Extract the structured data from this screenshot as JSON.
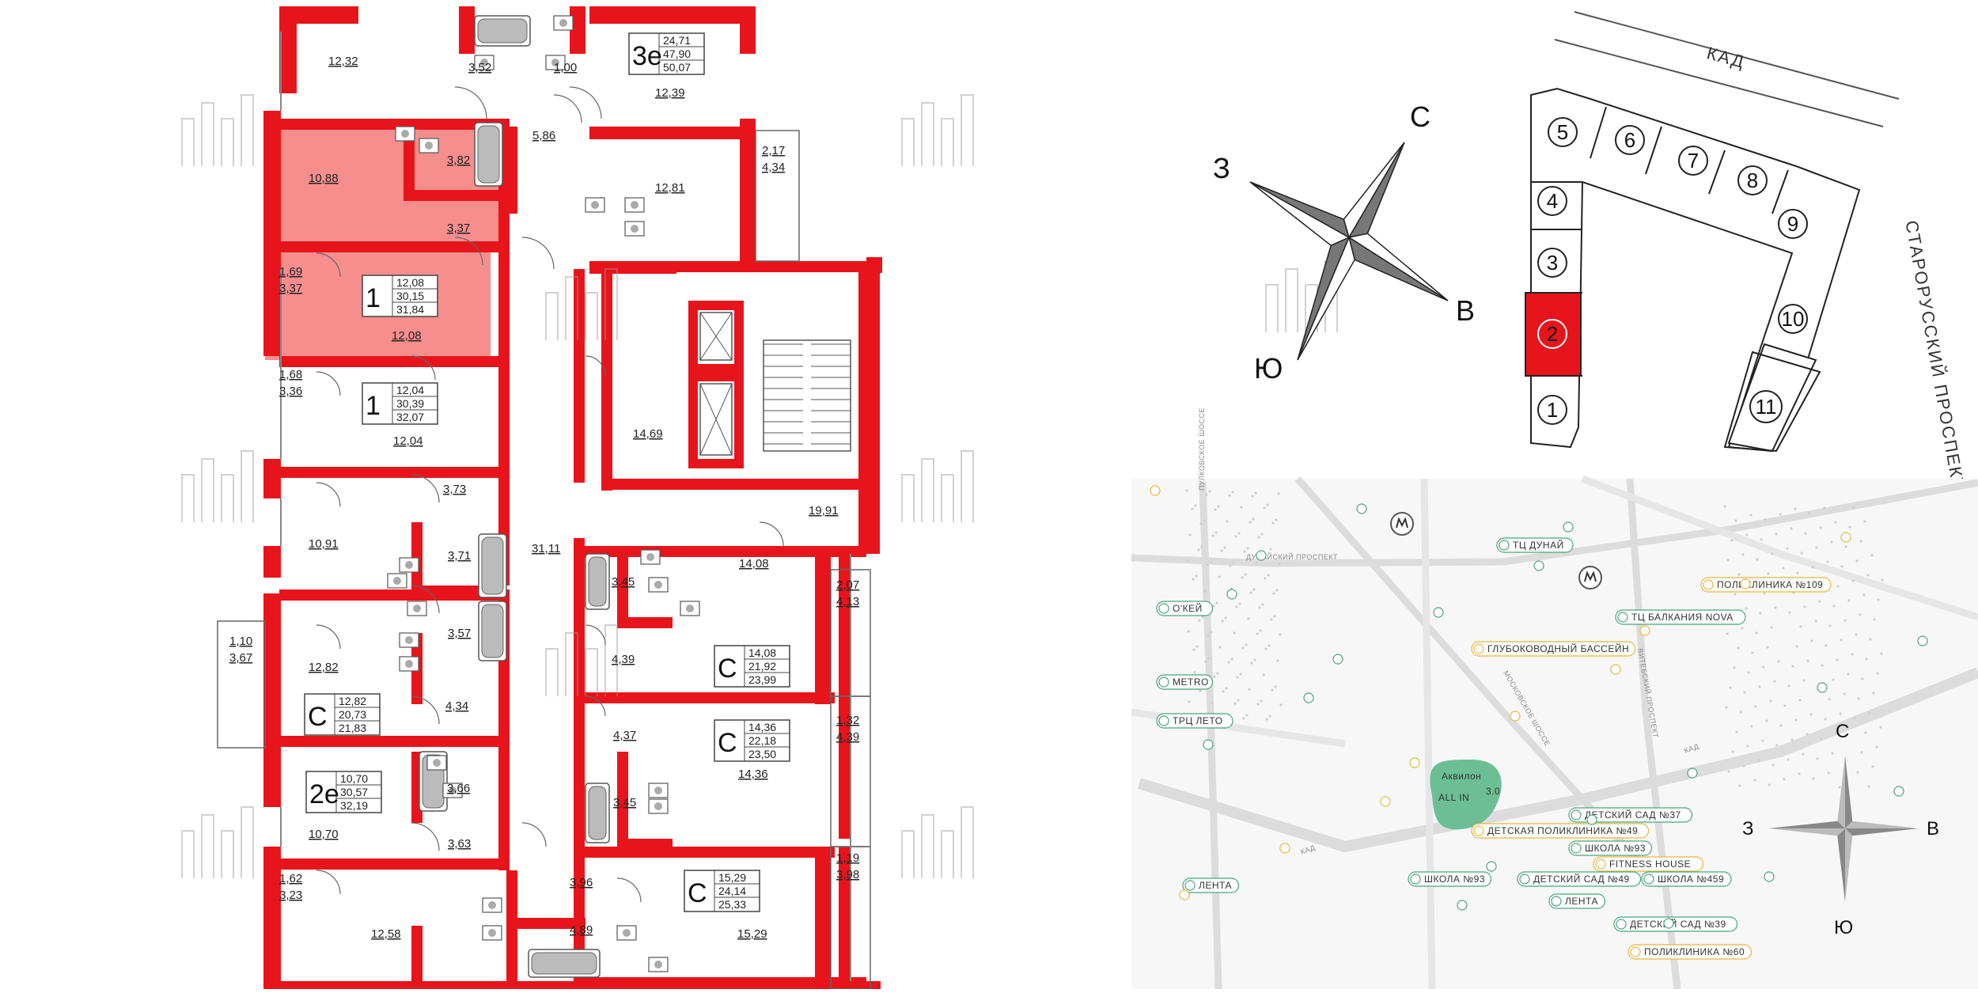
{
  "colors": {
    "wall": "#e8141b",
    "highlight": "#f47a7a",
    "building_selected": "#e8141b",
    "map_road": "#d9d9d9",
    "map_bg": "#f7f7f7",
    "badge": "#6cbf94",
    "poi_outline": "#4aa57a"
  },
  "apartments": [
    {
      "code": "3е",
      "areas": [
        "24,71",
        "47,90",
        "50,07"
      ]
    },
    {
      "code": "1",
      "areas": [
        "12,08",
        "30,15",
        "31,84"
      ],
      "selected": true
    },
    {
      "code": "1",
      "areas": [
        "12,04",
        "30,39",
        "32,07"
      ]
    },
    {
      "code": "С",
      "areas": [
        "14,08",
        "21,92",
        "23,99"
      ]
    },
    {
      "code": "С",
      "areas": [
        "12,82",
        "20,73",
        "21,83"
      ]
    },
    {
      "code": "С",
      "areas": [
        "14,36",
        "22,18",
        "23,50"
      ]
    },
    {
      "code": "2е",
      "areas": [
        "10,70",
        "30,57",
        "32,19"
      ]
    },
    {
      "code": "С",
      "areas": [
        "15,29",
        "24,14",
        "25,33"
      ]
    }
  ],
  "room_labels": [
    "12,32",
    "3,52",
    "1,00",
    "12,39",
    "10,88",
    "3,82",
    "5,86",
    "12,81",
    "3,37",
    "12,08",
    "14,69",
    "12,04",
    "3,73",
    "19,91",
    "10,91",
    "3,71",
    "31,11",
    "3,45",
    "14,08",
    "3,57",
    "4,39",
    "12,82",
    "4,34",
    "4,37",
    "14,36",
    "3,66",
    "3,45",
    "10,70",
    "3,63",
    "3,96",
    "12,58",
    "4,89",
    "15,29"
  ],
  "balcony_labels": [
    [
      "2,17",
      "4,34"
    ],
    [
      "1,69",
      "3,37"
    ],
    [
      "1,68",
      "3,36"
    ],
    [
      "2,07",
      "4,13"
    ],
    [
      "1,10",
      "3,67"
    ],
    [
      "1,32",
      "4,39"
    ],
    [
      "1,19",
      "3,98"
    ],
    [
      "1,62",
      "3,23"
    ]
  ],
  "compass_main": {
    "north": "С",
    "south": "Ю",
    "east": "В",
    "west": "З"
  },
  "compass_map": {
    "north": "С",
    "south": "Ю",
    "east": "В",
    "west": "З"
  },
  "site": {
    "road_top": "КАД",
    "road_right": "СТАРОРУССКИЙ ПРОСПЕКТ",
    "buildings": [
      "1",
      "2",
      "3",
      "4",
      "5",
      "6",
      "7",
      "8",
      "9",
      "10",
      "11"
    ],
    "selected_building": "2"
  },
  "map": {
    "badge_small": "Аквилон",
    "badge_main": "ALL IN",
    "badge_version": "3.0",
    "streets": [
      "ПУЛКОВСКОЕ ШОССЕ",
      "ДУНАЙСКИЙ ПРОСПЕКТ",
      "МОСКОВСКОЕ ШОССЕ",
      "ВИТЕБСКИЙ ПРОСПЕКТ",
      "КАД",
      "КАД"
    ],
    "pois": [
      "ТЦ ДУНАЙ",
      "ПОЛИКЛИНИКА №109",
      "О'КЕЙ",
      "ТЦ БАЛКАНИЯ NOVA",
      "ГЛУБОКОВОДНЫЙ БАССЕЙН",
      "METRO",
      "ТРЦ ЛЕТО",
      "ДЕТСКИЙ САД №37",
      "ДЕТСКАЯ ПОЛИКЛИНИКА №49",
      "ШКОЛА №93",
      "FITNESS HOUSE",
      "ШКОЛА №93",
      "ДЕТСКИЙ САД №49",
      "ШКОЛА №459",
      "ЛЕНТА",
      "ЛЕНТА",
      "ДЕТСКИЙ САД №39",
      "ПОЛИКЛИНИКА №60"
    ]
  }
}
